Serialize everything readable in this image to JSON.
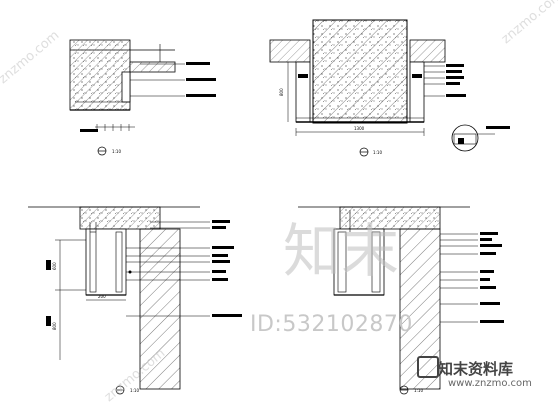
{
  "watermark": {
    "id_text": "ID:532102870",
    "logo_char": "知末",
    "brand": "知末资料库",
    "url": "www.znzmo.com",
    "diag_a": "znzmo.com",
    "diag_b": "znzmo.com",
    "diag_c": "znzmo.com"
  },
  "drawings": [
    {
      "name": "detail-a",
      "scale": "1:10"
    },
    {
      "name": "detail-b",
      "scale": "1:10"
    },
    {
      "name": "detail-c",
      "scale": "1:10"
    },
    {
      "name": "detail-d",
      "scale": "1:10"
    }
  ],
  "dims": {
    "b_width": "1300",
    "b_height": "800",
    "c_upper": "600",
    "c_lower": "800",
    "c_bottom": "200"
  }
}
